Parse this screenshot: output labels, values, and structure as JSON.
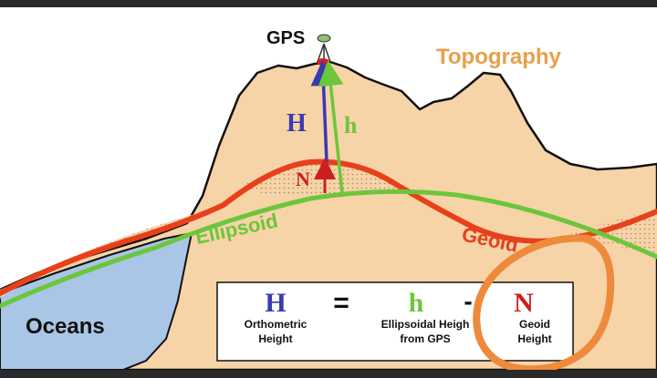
{
  "labels": {
    "gps": "GPS",
    "topography": "Topography",
    "oceans": "Oceans",
    "ellipsoid": "Ellipsoid",
    "geoid": "Geoid",
    "H_arrow": "H",
    "h_arrow": "h",
    "N_arrow": "N"
  },
  "equation": {
    "H": "H",
    "equals": "=",
    "h": "h",
    "minus": "-",
    "N": "N",
    "H_caption_line1": "Orthometric",
    "H_caption_line2": "Height",
    "h_caption_line1": "Ellipsoidal Heigh",
    "h_caption_line2": "from GPS",
    "N_caption_line1": "Geoid",
    "N_caption_line2": "Height"
  },
  "colors": {
    "terrain": "#f7d3a8",
    "ocean": "#a9c6e6",
    "geoid": "#e8401a",
    "ellipsoid": "#6cc63c",
    "H": "#3a3ab0",
    "h": "#6cc63c",
    "N": "#cc1f1f",
    "topography_text": "#e8a04a",
    "highlight_circle": "#ee8a3c"
  },
  "icons": {
    "gps_receiver": "gps-receiver-icon"
  }
}
